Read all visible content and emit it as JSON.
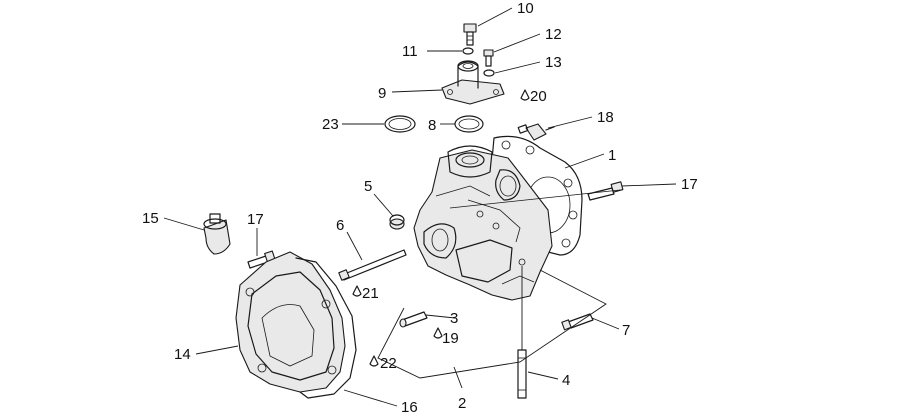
{
  "labels": [
    {
      "id": "p10",
      "text": "10"
    },
    {
      "id": "p11",
      "text": "11"
    },
    {
      "id": "p12",
      "text": "12"
    },
    {
      "id": "p13",
      "text": "13"
    },
    {
      "id": "p9",
      "text": "9"
    },
    {
      "id": "p20",
      "text": "20"
    },
    {
      "id": "p23",
      "text": "23"
    },
    {
      "id": "p8",
      "text": "8"
    },
    {
      "id": "p18",
      "text": "18"
    },
    {
      "id": "p1",
      "text": "1"
    },
    {
      "id": "p17a",
      "text": "17"
    },
    {
      "id": "p5",
      "text": "5"
    },
    {
      "id": "p15",
      "text": "15"
    },
    {
      "id": "p17b",
      "text": "17"
    },
    {
      "id": "p6",
      "text": "6"
    },
    {
      "id": "p21",
      "text": "21"
    },
    {
      "id": "p3",
      "text": "3"
    },
    {
      "id": "p19",
      "text": "19"
    },
    {
      "id": "p7",
      "text": "7"
    },
    {
      "id": "p14",
      "text": "14"
    },
    {
      "id": "p22",
      "text": "22"
    },
    {
      "id": "p4",
      "text": "4"
    },
    {
      "id": "p2",
      "text": "2"
    },
    {
      "id": "p16",
      "text": "16"
    }
  ]
}
